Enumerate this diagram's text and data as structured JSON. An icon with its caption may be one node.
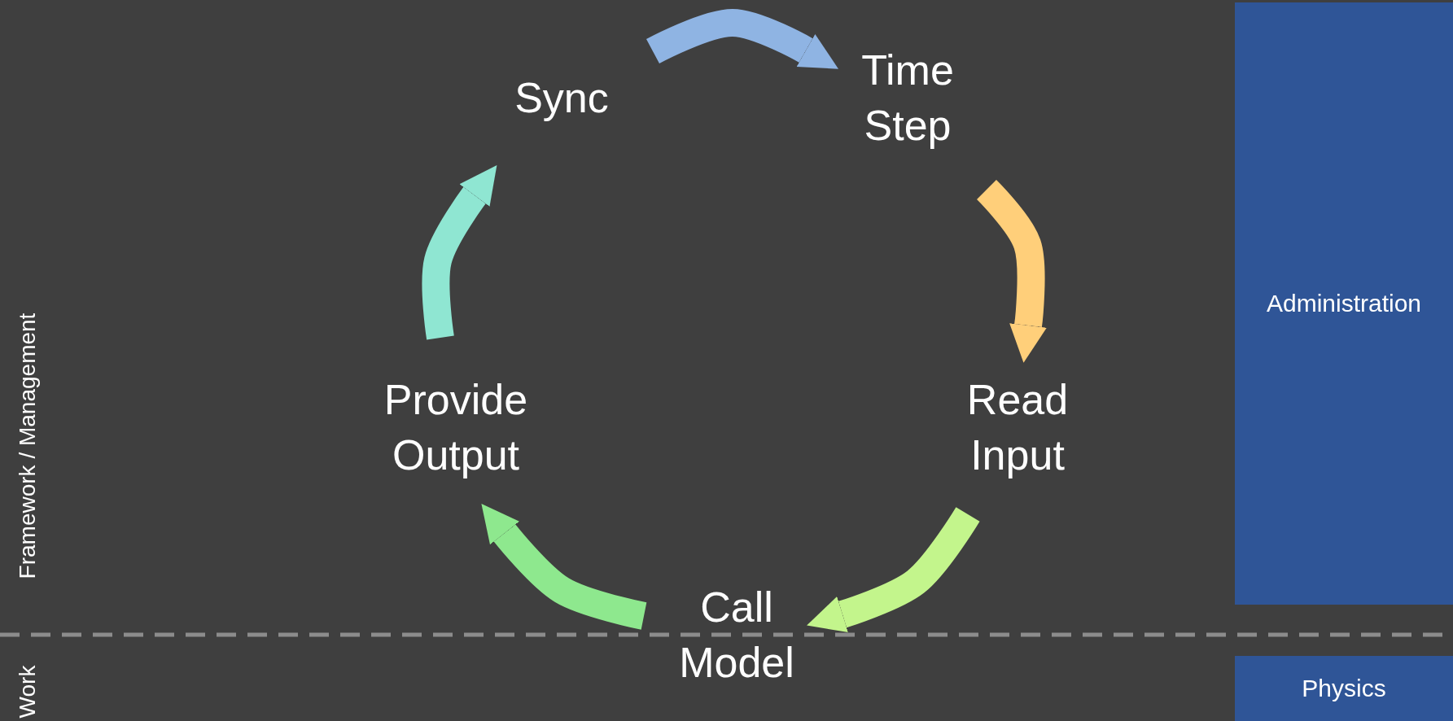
{
  "diagram": {
    "nodes": [
      {
        "text": [
          "Sync"
        ]
      },
      {
        "text": [
          "Time Step"
        ]
      },
      {
        "text": [
          "Read Input"
        ]
      },
      {
        "text": [
          "Call Model"
        ]
      },
      {
        "text": [
          "Provide Output"
        ]
      },
      {
        "text": [
          "Administration"
        ]
      },
      {
        "text": [
          "Physics"
        ]
      }
    ],
    "edges": [
      {
        "from": 0,
        "to": 1,
        "arrow": "to",
        "color": "#8fb4e3"
      },
      {
        "from": 1,
        "to": 2,
        "arrow": "to",
        "color": "#ffcf7a"
      },
      {
        "from": 2,
        "to": 3,
        "arrow": "to",
        "color": "#c3f58c"
      },
      {
        "from": 3,
        "to": 4,
        "arrow": "to",
        "color": "#8ee88e"
      },
      {
        "from": 4,
        "to": 0,
        "arrow": "to",
        "color": "#8fe6d2"
      }
    ],
    "labels": [
      "Framework / Management",
      "Work"
    ]
  }
}
